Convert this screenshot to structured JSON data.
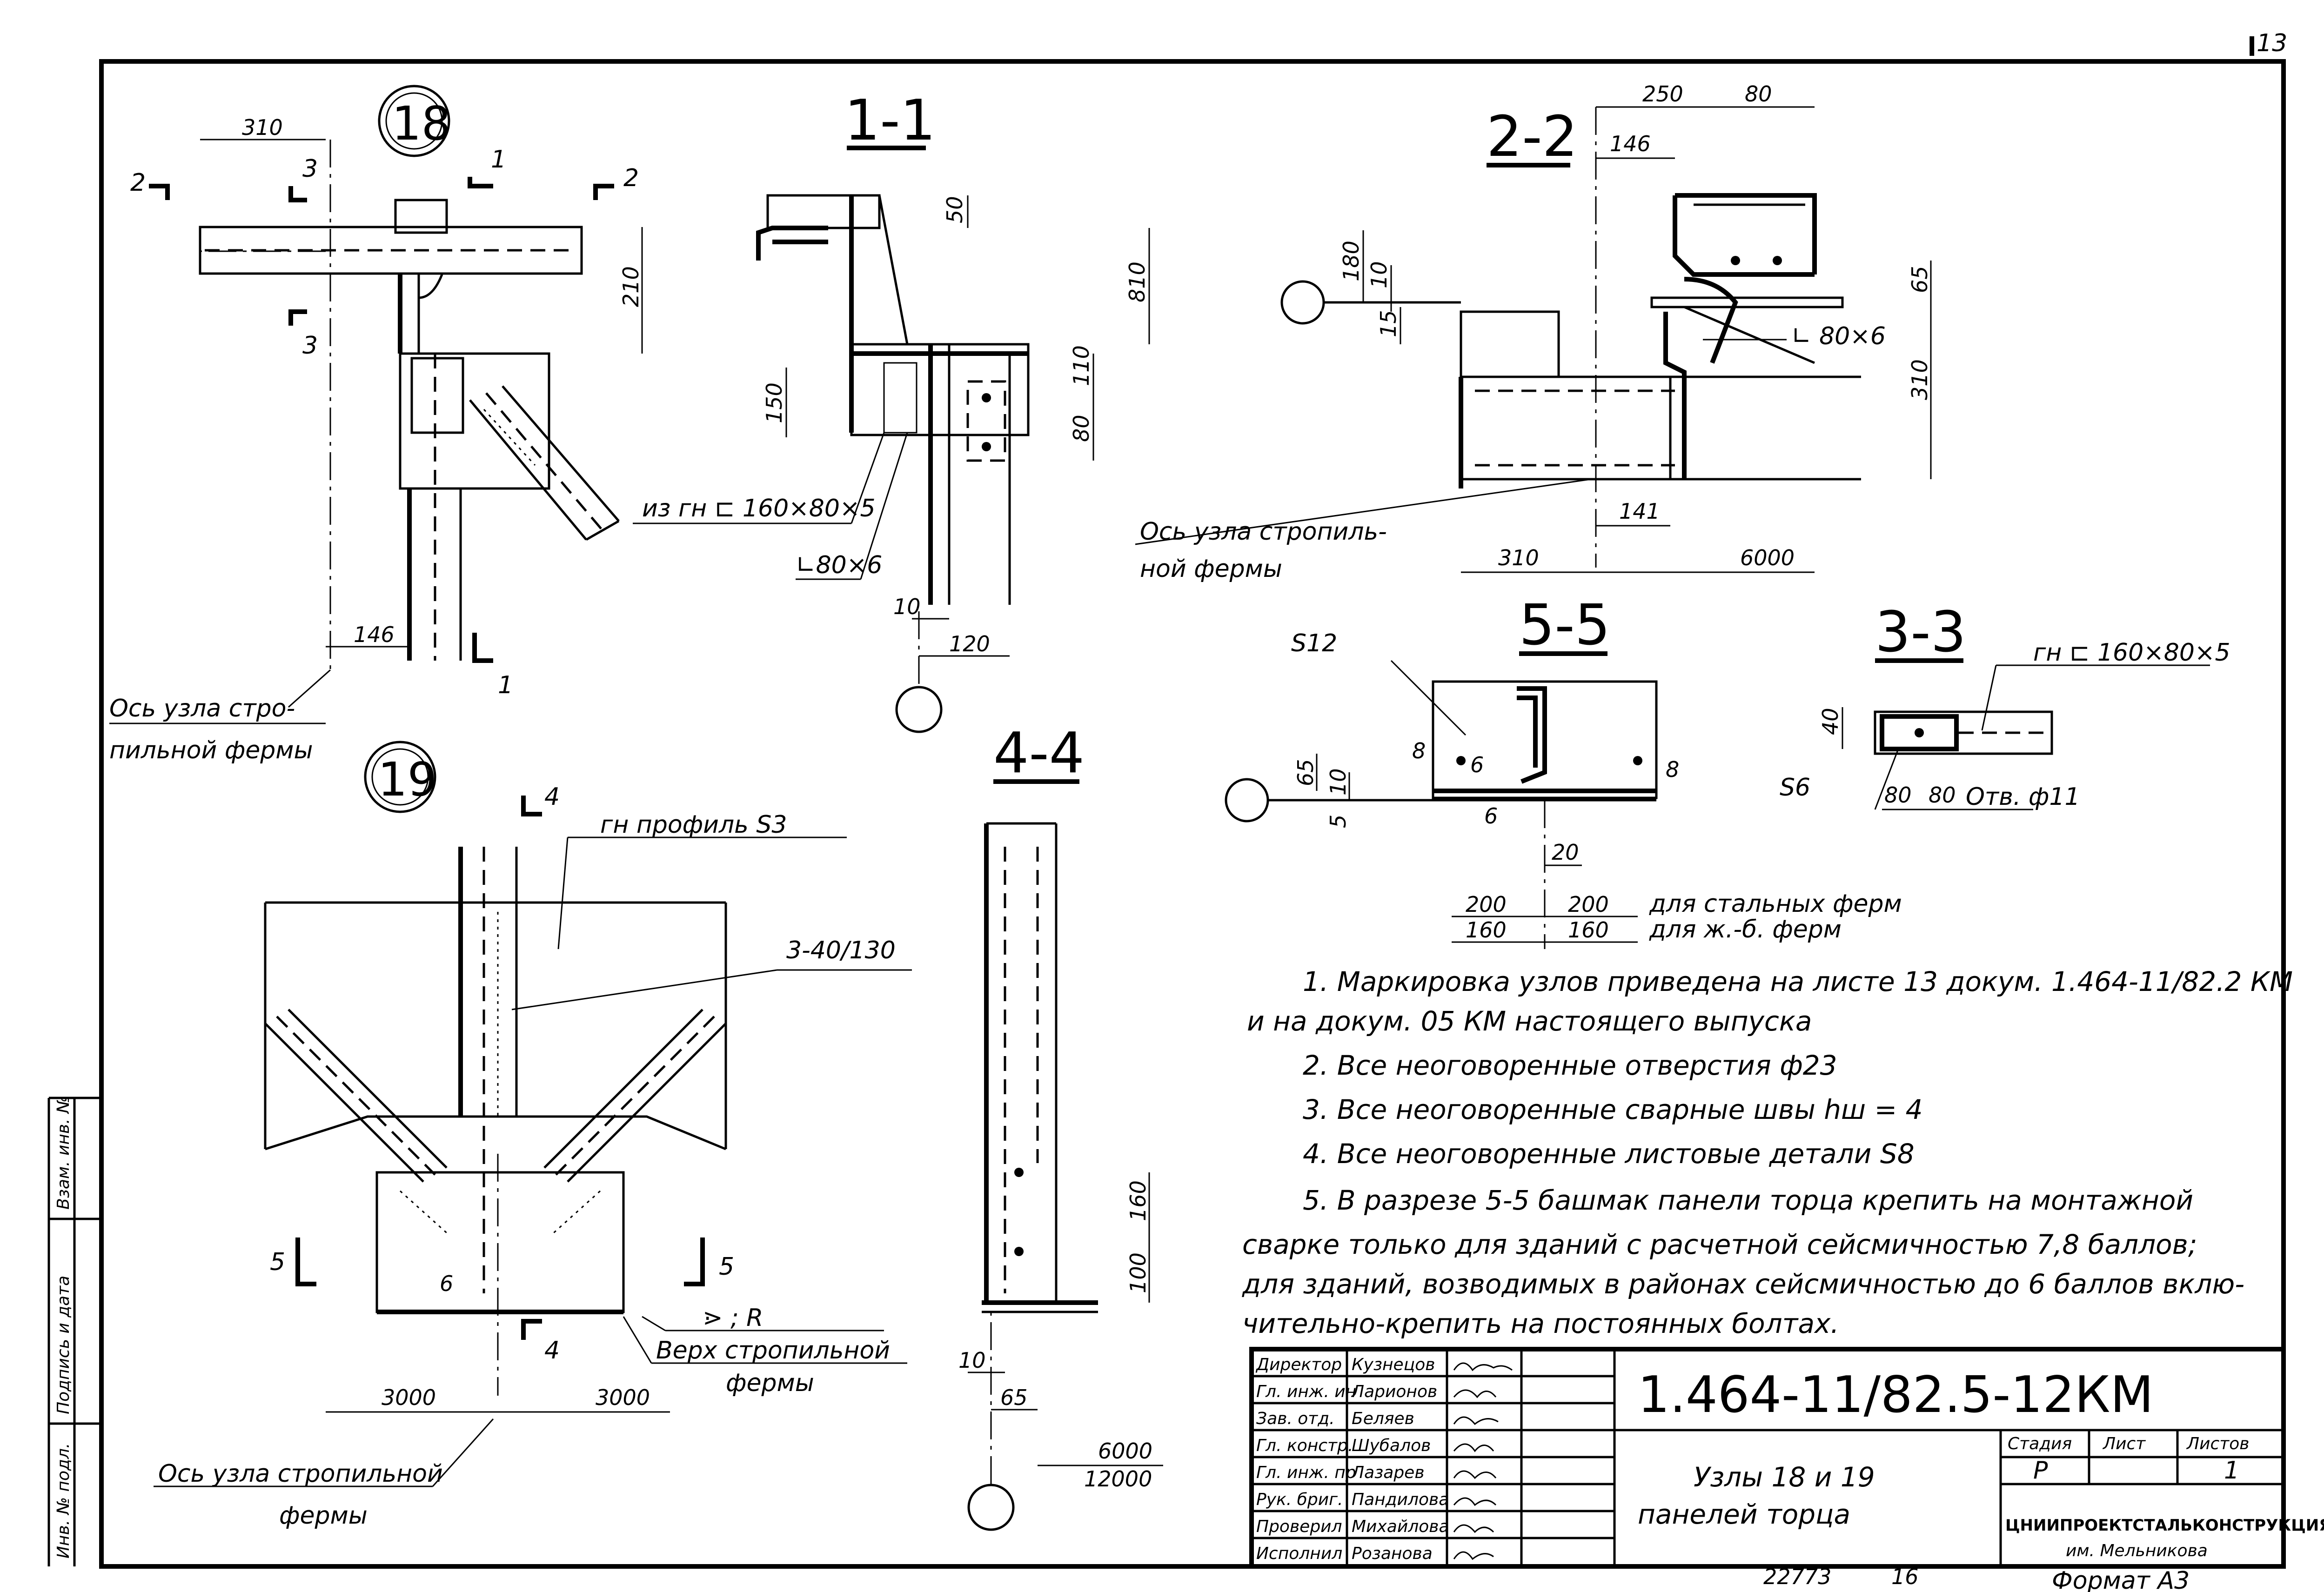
{
  "page_number": "13",
  "node_18": "18",
  "node_19": "19",
  "sections": {
    "s11": "1-1",
    "s22": "2-2",
    "s55": "5-5",
    "s33": "3-3",
    "s44": "4-4"
  },
  "cut_marks": {
    "c1": "1",
    "c2": "2",
    "c3": "3",
    "c4": "4",
    "c5": "5"
  },
  "dims": {
    "d310": "310",
    "d210": "210",
    "d146": "146",
    "d50": "50",
    "d810": "810",
    "d110": "110",
    "d150": "150",
    "d80": "80",
    "d10": "10",
    "d120": "120",
    "d250": "250",
    "d146b": "146",
    "d180": "180",
    "d65": "65",
    "d15": "15",
    "d141": "141",
    "d6000": "6000",
    "d200": "200",
    "d160": "160",
    "d20": "20",
    "d6": "6",
    "d8": "8",
    "d5": "5",
    "d40": "40",
    "d3000": "3000",
    "d12000": "12000",
    "d100": "100"
  },
  "labels": {
    "profile_13": "из гн ⊏ 160×80×5",
    "angle_80x6": "∟80×6",
    "angle_80x6_b": "∟ 80×6",
    "axis_truss_1": "Ось узла стропиль-",
    "axis_truss_2": "ной фермы",
    "axis_truss_a1": "Ось узла стро-",
    "axis_truss_a2": "пильной фермы",
    "axis_truss_b1": "Ось узла стропильной",
    "axis_truss_b2": "фермы",
    "s12": "S12",
    "s6": "S6",
    "profile_33": "гн ⊏ 160×80×5",
    "hole": "Отв. ф11",
    "steel_trusses": "для стальных ферм",
    "rc_trusses": "для ж.-б. ферм",
    "gn_profile": "гн профиль S3",
    "weld_340": "3-40/130",
    "truss_top_1": "Верх стропильной",
    "truss_top_2": "фермы",
    "weld_r": "⋗ ; R"
  },
  "notes": [
    "1. Маркировка узлов приведена на листе 13 докум. 1.464-11/82.2 КМ",
    "и на докум. 05 КМ настоящего выпуска",
    "2. Все неоговоренные отверстия ф23",
    "3. Все неоговоренные сварные швы hш = 4",
    "4. Все неоговоренные листовые детали S8",
    "5. В разрезе 5-5 башмак панели торца крепить на монтажной",
    "сварке только для зданий с расчетной сейсмичностью 7,8 баллов;",
    "для зданий, возводимых в районах сейсмичностью до 6 баллов вклю-",
    "чительно-крепить на постоянных болтах."
  ],
  "title_block": {
    "doc_code": "1.464-11/82.5-12КМ",
    "sheet_title_1": "Узлы 18 и 19",
    "sheet_title_2": "панелей торца",
    "roles": [
      "Директор",
      "Гл. инж. ин",
      "Зав. отд.",
      "Гл. констр.",
      "Гл. инж. пр",
      "Рук. бриг.",
      "Проверил",
      "Исполнил"
    ],
    "names": [
      "Кузнецов",
      "Ларионов",
      "Беляев",
      "Шубалов",
      "Лазарев",
      "Пандилова",
      "Михайлова",
      "Розанова"
    ],
    "stage_h": "Стадия",
    "sheet_h": "Лист",
    "sheets_h": "Листов",
    "stage_v": "Р",
    "sheet_v": "",
    "sheets_v": "1",
    "org_1": "ЦНИИПРОЕКТСТАЛЬКОНСТРУКЦИЯ",
    "org_2": "им. Мельникова",
    "format": "Формат А3",
    "inv": "22773",
    "copy": "16"
  },
  "side_stamp": {
    "f1": "Взам. инв. №",
    "f2": "Подпись и дата",
    "f3": "Инв. № подл."
  }
}
